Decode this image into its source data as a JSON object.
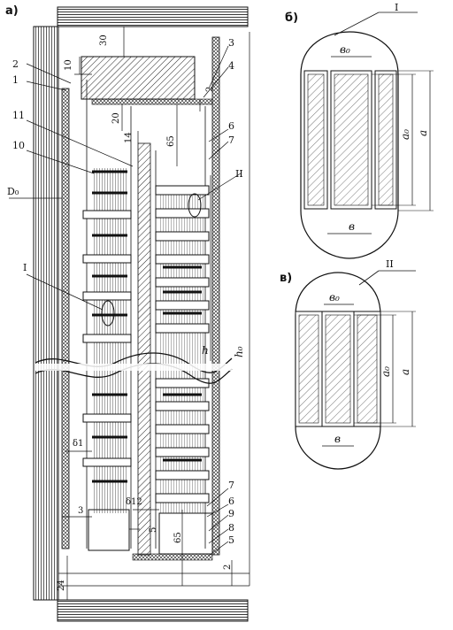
{
  "panels": {
    "a": "а)",
    "b": "б)",
    "c": "в)"
  },
  "callouts": {
    "I": "I",
    "II": "II",
    "D0": "D₀",
    "n1": "1",
    "n2": "2",
    "n3": "3",
    "n4": "4",
    "n5": "5",
    "n6": "6",
    "n7": "7",
    "n8": "8",
    "n9": "9",
    "n10": "10",
    "n11": "11"
  },
  "dimensions": {
    "d30_top": "30",
    "d10": "10",
    "d2": "2",
    "d20": "20",
    "d14": "14",
    "d65_top": "65",
    "h": "h",
    "h0": "h₀",
    "delta1": "δ1",
    "delta12": "δ12",
    "d3": "3",
    "d5": "5",
    "d65_bot": "65",
    "d24": "24",
    "d2_bot": "2"
  },
  "detail_b": {
    "b0": "в₀",
    "a0": "а₀",
    "a": "а",
    "b": "в"
  },
  "detail_c": {
    "b0": "в₀",
    "a0": "а₀",
    "a": "а",
    "b": "в"
  }
}
